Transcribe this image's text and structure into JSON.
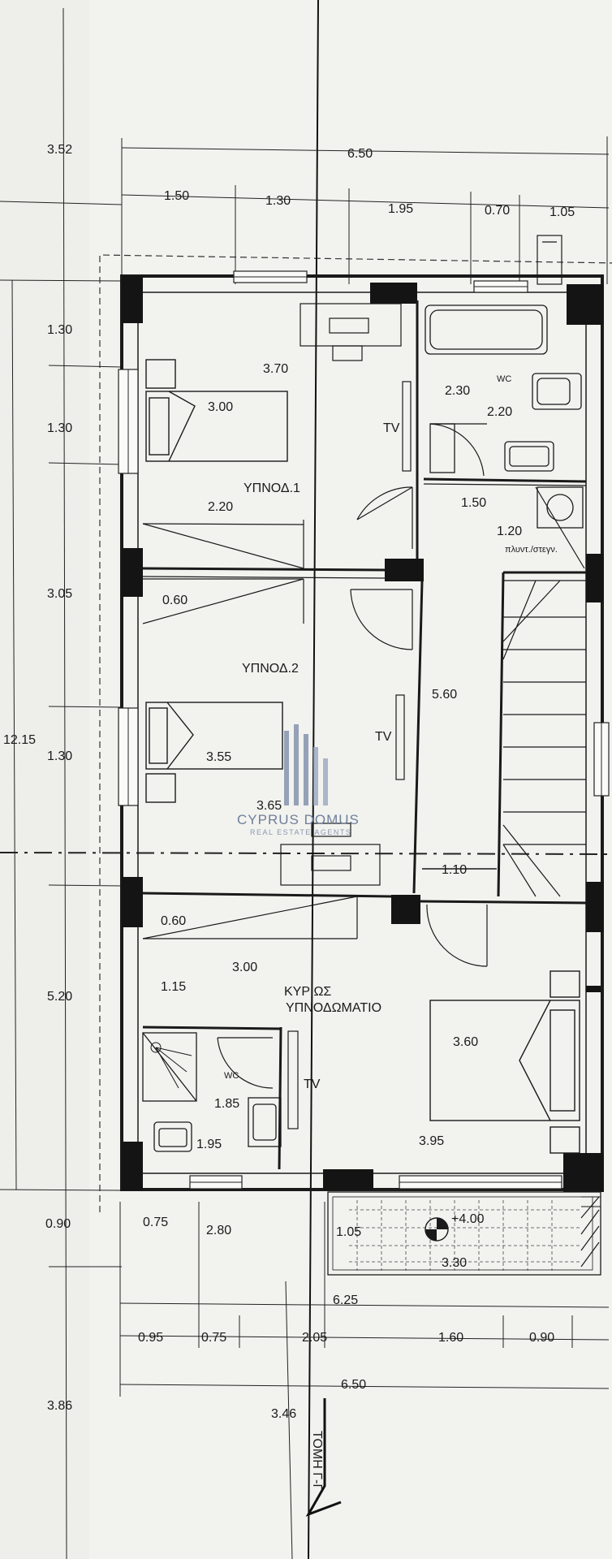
{
  "rooms": {
    "bedroom1": "ΥΠΝΟΔ.1",
    "bedroom2": "ΥΠΝΟΔ.2",
    "master_line1": "ΚΥΡΙΩΣ",
    "master_line2": "ΥΠΝΟΔΩΜΑΤΙΟ",
    "wc1": "WC",
    "wc2": "WC",
    "laundry": "πλυντ./στεγν.",
    "tv1": "TV",
    "tv2": "TV",
    "tv3": "TV"
  },
  "dims": {
    "top_total": "6.50",
    "top_a": "1.50",
    "top_b": "1.30",
    "top_c": "1.95",
    "top_d": "0.70",
    "top_e": "1.05",
    "left_top": "3.52",
    "left_1": "1.30",
    "left_2": "1.30",
    "left_3": "3.05",
    "left_4": "1.30",
    "left_5": "5.20",
    "left_6": "0.90",
    "left_7": "3.86",
    "left_total": "12.15",
    "b1_w": "3.70",
    "b1_bed": "3.00",
    "b1_wardrobe": "2.20",
    "wc_a": "2.30",
    "wc_b": "2.20",
    "hall_a": "1.50",
    "hall_b": "1.20",
    "b2_a": "0.60",
    "stair": "5.60",
    "b2_bed": "3.55",
    "b2_w": "3.65",
    "hall_c": "1.10",
    "m_a": "0.60",
    "m_b": "3.00",
    "m_c": "1.15",
    "m_bed": "3.60",
    "ens_a": "1.85",
    "ens_b": "1.95",
    "m_w": "3.95",
    "bal_a": "0.75",
    "bal_b": "2.80",
    "bal_c": "1.05",
    "bal_level": "+4.00",
    "bal_d": "3.30",
    "bot_a": "6.25",
    "bot_b": "0.95",
    "bot_c": "0.75",
    "bot_d": "2.05",
    "bot_e": "1.60",
    "bot_f": "0.90",
    "bot_g": "6.50",
    "bot_h": "3.46",
    "section": "ΤΟΜΗ Γ-Γ"
  },
  "watermark": {
    "line1": "CYPRUS DOMUS",
    "line2": "REAL ESTATE AGENTS"
  }
}
